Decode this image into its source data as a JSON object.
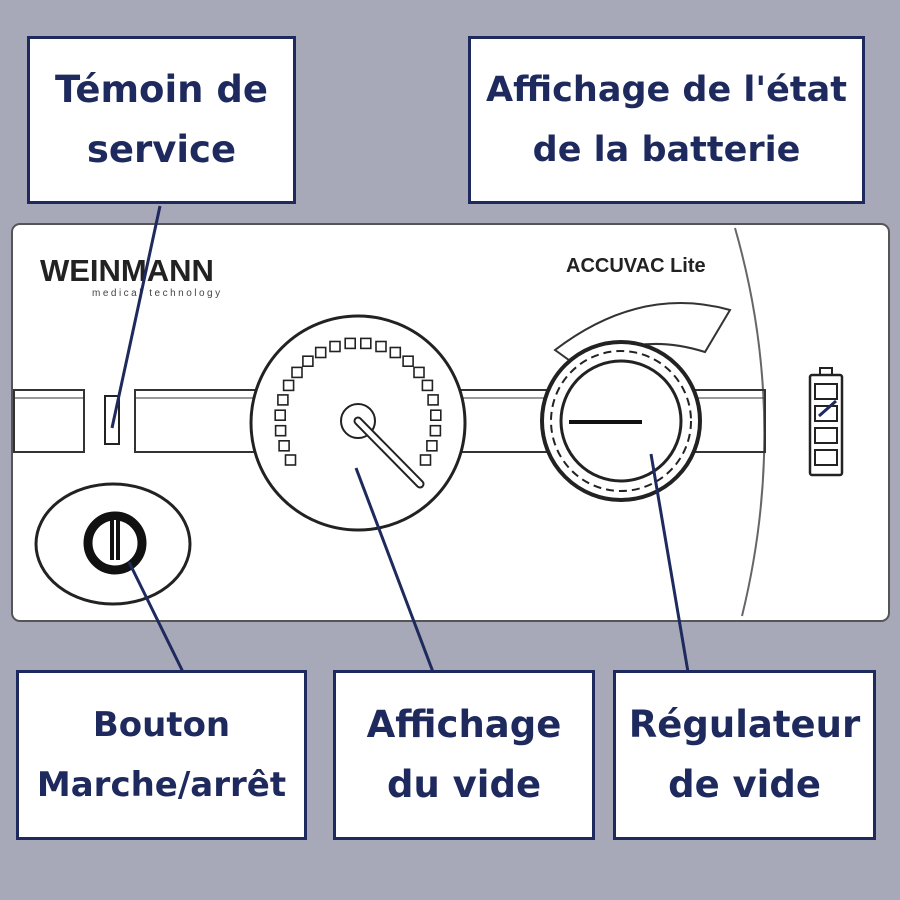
{
  "device": {
    "brand": "WEINMANN",
    "brand_tagline": "medical technology",
    "model": "ACCUVAC Lite"
  },
  "labels": {
    "service_indicator": {
      "line1": "Témoin de",
      "line2": "service"
    },
    "battery_status": {
      "line1": "Affichage de l'état",
      "line2": "de la batterie"
    },
    "power_button": {
      "line1": "Bouton",
      "line2": "Marche/arrêt"
    },
    "vacuum_display": {
      "line1": "Affichage",
      "line2": "du vide"
    },
    "vacuum_regulator": {
      "line1": "Régulateur",
      "line2": "de vide"
    }
  },
  "colors": {
    "background": "#a8a9b8",
    "label_text": "#1e2a5e",
    "label_border": "#1e2a5e",
    "device_outline": "#555555",
    "device_ink": "#111111"
  },
  "icons": {
    "power": "power-icon",
    "battery": "battery-icon",
    "gauge": "vacuum-gauge-icon",
    "knob": "regulator-knob-icon"
  }
}
